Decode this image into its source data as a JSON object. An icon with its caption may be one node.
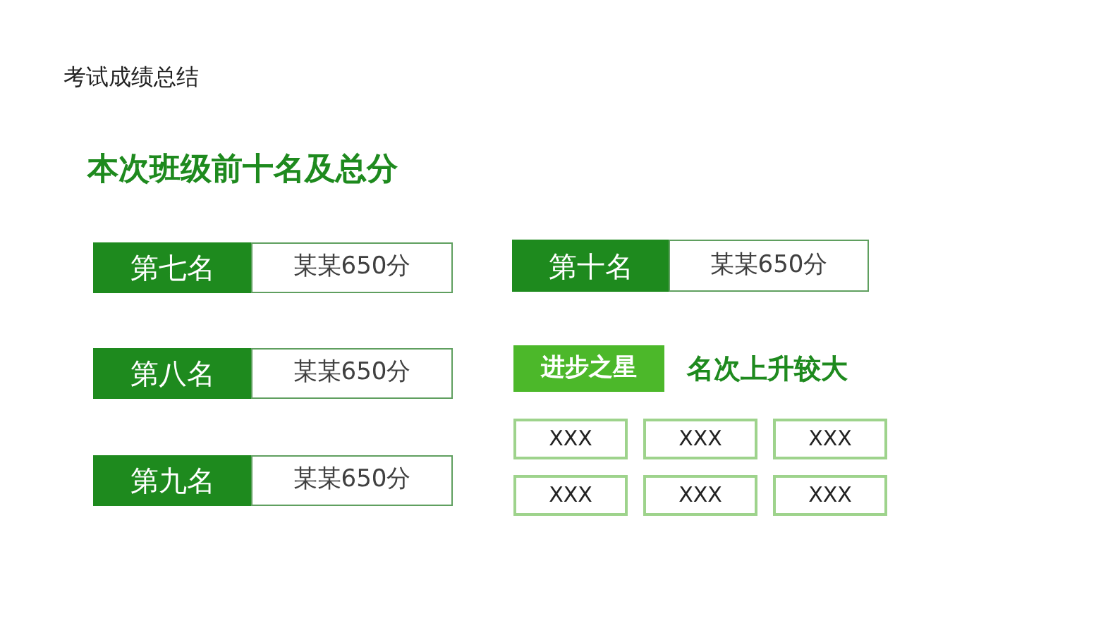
{
  "diagram": {
    "title": "本次班级前十名及总分",
    "nodes": [
      {
        "text": [
          "第七名"
        ]
      },
      {
        "text": [
          "某某650分"
        ]
      },
      {
        "text": [
          "第十名"
        ]
      },
      {
        "text": [
          "某某650分"
        ]
      },
      {
        "text": [
          "第八名"
        ]
      },
      {
        "text": [
          "某某650分"
        ]
      },
      {
        "text": [
          "第九名"
        ]
      },
      {
        "text": [
          "某某650分"
        ]
      },
      {
        "text": [
          "进步之星"
        ],
        "beside": [
          "名次上升较大"
        ]
      },
      {
        "text": [
          "XXX"
        ]
      },
      {
        "text": [
          "XXX"
        ]
      },
      {
        "text": [
          "XXX"
        ]
      },
      {
        "text": [
          "XXX"
        ]
      },
      {
        "text": [
          "XXX"
        ]
      },
      {
        "text": [
          "XXX"
        ]
      }
    ],
    "labels": [
      "考试成绩总结"
    ]
  }
}
